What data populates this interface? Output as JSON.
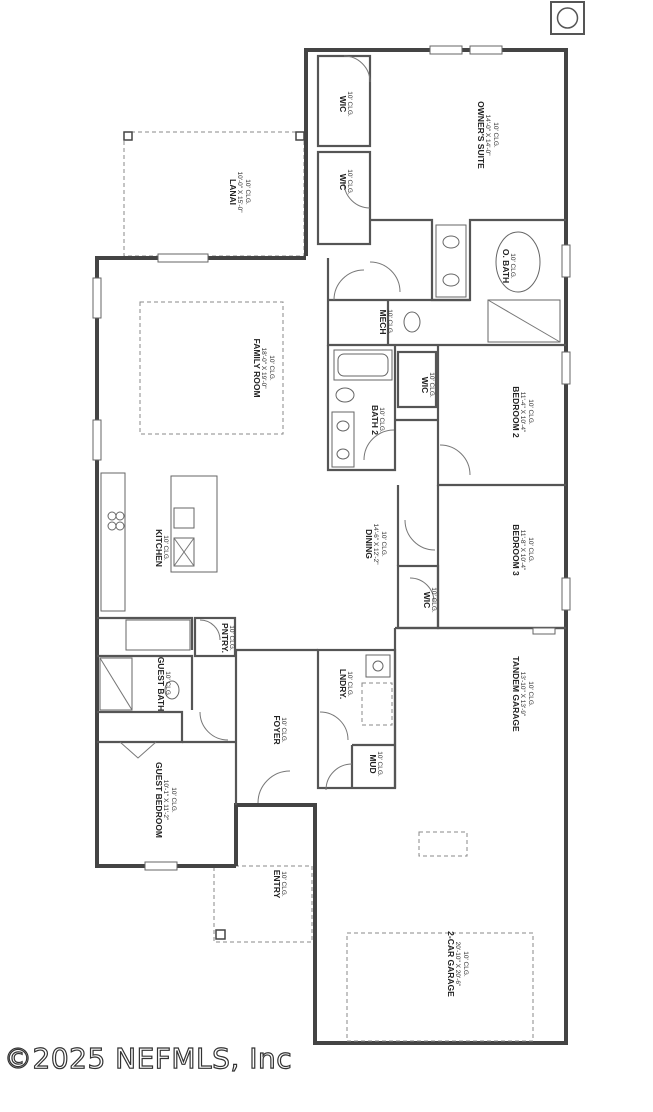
{
  "rooms": {
    "owners_suite": {
      "name": "OWNER'S SUITE",
      "size": "14'-0\" X 14'-0\"",
      "ceiling": "10' CLG."
    },
    "wic_1": {
      "name": "WIC",
      "ceiling": "10' CLG."
    },
    "wic_2": {
      "name": "WIC",
      "ceiling": "10' CLG."
    },
    "lanai": {
      "name": "LANAI",
      "size": "10'-0\" X 15'-0\"",
      "ceiling": "10' CLG."
    },
    "o_bath": {
      "name": "O. BATH",
      "ceiling": "10' CLG."
    },
    "mech": {
      "name": "MECH",
      "ceiling": "10' CLG."
    },
    "family_room": {
      "name": "FAMILY ROOM",
      "size": "18'-0\" X 19'-0\"",
      "ceiling": "10' CLG."
    },
    "bath_2": {
      "name": "BATH 2",
      "ceiling": "10' CLG."
    },
    "wic_3": {
      "name": "WIC",
      "ceiling": "10' CLG."
    },
    "bedroom_2": {
      "name": "BEDROOM 2",
      "size": "11'-4\" X 10'-4\"",
      "ceiling": "10' CLG."
    },
    "kitchen": {
      "name": "KITCHEN",
      "ceiling": "10' CLG."
    },
    "dining": {
      "name": "DINING",
      "size": "14'-6\" X 12'-2\"",
      "ceiling": "10' CLG."
    },
    "bedroom_3": {
      "name": "BEDROOM 3",
      "size": "11'-8\" X 10'-4\"",
      "ceiling": "10' CLG."
    },
    "wic_4": {
      "name": "WIC",
      "ceiling": "10' CLG."
    },
    "pntry": {
      "name": "PNTRY.",
      "ceiling": "10' CLG."
    },
    "guest_bath": {
      "name": "GUEST BATH",
      "ceiling": "10' CLG."
    },
    "lndry": {
      "name": "LNDRY.",
      "ceiling": "10' CLG."
    },
    "tandem_garage": {
      "name": "TANDEM GARAGE",
      "size": "13'-10\" X 13'-9\"",
      "ceiling": "10' CLG."
    },
    "foyer": {
      "name": "FOYER",
      "ceiling": "10' CLG."
    },
    "mud": {
      "name": "MUD",
      "ceiling": "10' CLG."
    },
    "guest_bedroom": {
      "name": "GUEST BEDROOM",
      "size": "10'-1\" X 11'-2\"",
      "ceiling": "10' CLG."
    },
    "entry": {
      "name": "ENTRY",
      "ceiling": "10' CLG."
    },
    "two_car_garage": {
      "name": "2-CAR GARAGE",
      "size": "20'-10\" X 20'-6\"",
      "ceiling": "10' CLG."
    }
  },
  "watermark": "©2025 NEFMLS, Inc"
}
